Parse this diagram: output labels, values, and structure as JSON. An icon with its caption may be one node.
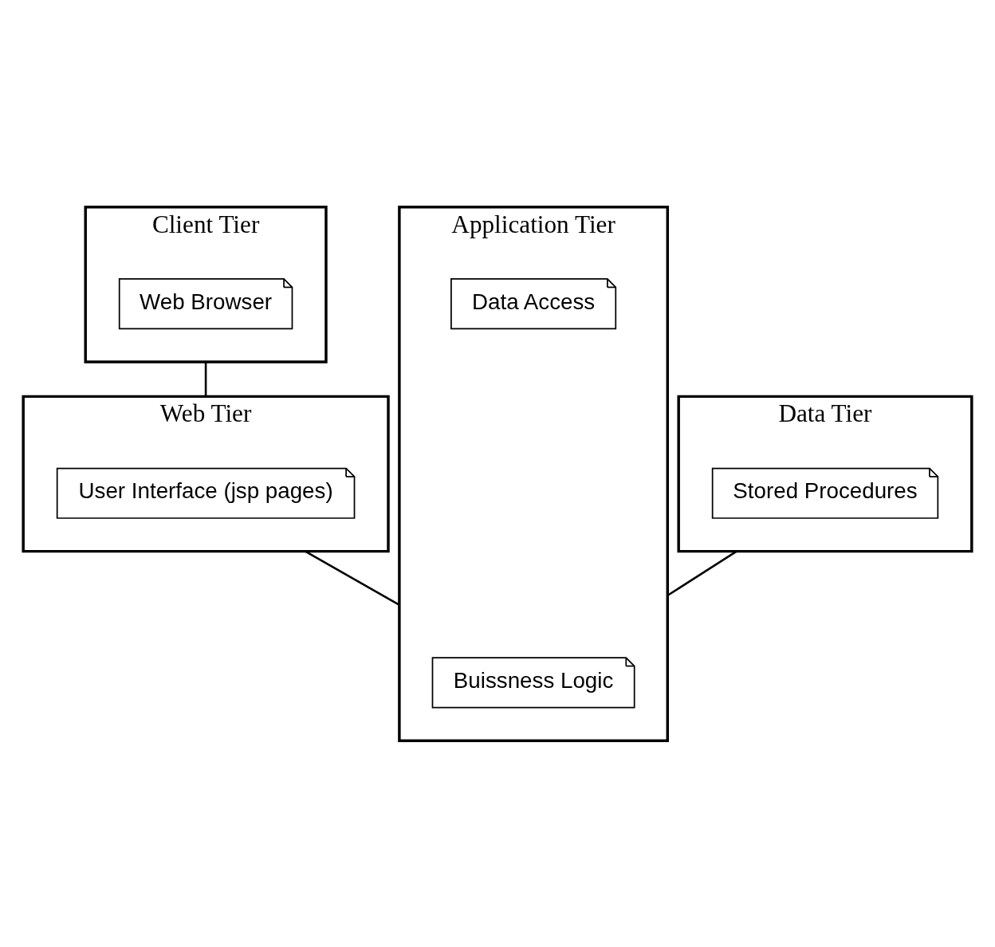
{
  "diagram": {
    "nodes": [
      {
        "text": [
          "Client Tier"
        ]
      },
      {
        "text": [
          "Web Browser"
        ],
        "in": 0
      },
      {
        "text": [
          "Web Tier"
        ]
      },
      {
        "text": [
          "User Interface (jsp pages)"
        ],
        "in": 2
      },
      {
        "text": [
          "Data Tier"
        ]
      },
      {
        "text": [
          "Stored Procedures"
        ],
        "in": 4
      },
      {
        "text": [
          "Application Tier"
        ]
      },
      {
        "text": [
          "Buissness Logic"
        ],
        "in": 6
      },
      {
        "text": [
          "Data Access"
        ],
        "in": 6
      }
    ],
    "edges": [
      {
        "from": 0,
        "to": 2,
        "arrow": "none"
      },
      {
        "from": 2,
        "to": 6,
        "arrow": "none"
      },
      {
        "from": 4,
        "to": 6,
        "arrow": "none"
      }
    ]
  }
}
